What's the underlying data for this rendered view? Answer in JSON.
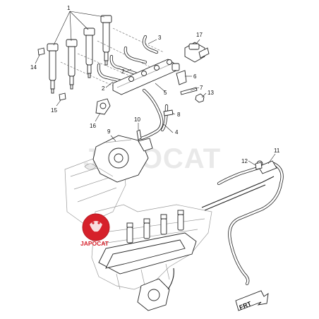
{
  "watermark": "JAPOCAT",
  "logo": {
    "text": "JAPOCAT",
    "color": "#d6202a"
  },
  "direction_marker": {
    "label": "FRT"
  },
  "callouts": [
    {
      "id": "c1",
      "label": "1"
    },
    {
      "id": "c2a",
      "label": "2"
    },
    {
      "id": "c2b",
      "label": "2"
    },
    {
      "id": "c3",
      "label": "3"
    },
    {
      "id": "c4",
      "label": "4"
    },
    {
      "id": "c5",
      "label": "5"
    },
    {
      "id": "c6",
      "label": "6"
    },
    {
      "id": "c7",
      "label": "7"
    },
    {
      "id": "c8",
      "label": "8"
    },
    {
      "id": "c9",
      "label": "9"
    },
    {
      "id": "c10",
      "label": "10"
    },
    {
      "id": "c11",
      "label": "11"
    },
    {
      "id": "c12",
      "label": "12"
    },
    {
      "id": "c13",
      "label": "13"
    },
    {
      "id": "c14",
      "label": "14"
    },
    {
      "id": "c15",
      "label": "15"
    },
    {
      "id": "c16",
      "label": "16"
    },
    {
      "id": "c17",
      "label": "17"
    }
  ]
}
